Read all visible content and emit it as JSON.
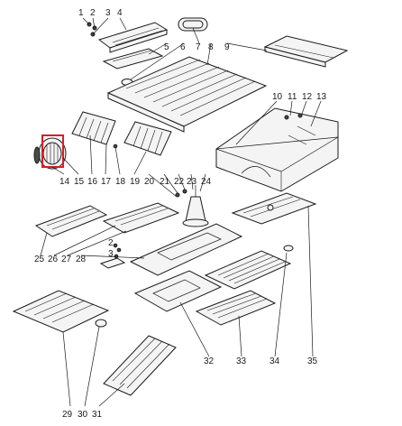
{
  "callouts": {
    "n1": "1",
    "n2": "2",
    "n3": "3",
    "n4": "4",
    "n5": "5",
    "n6": "6",
    "n7": "7",
    "n8": "8",
    "n9": "9",
    "n10": "10",
    "n11": "11",
    "n12": "12",
    "n13": "13",
    "n14": "14",
    "n15": "15",
    "n16": "16",
    "n17": "17",
    "n18": "18",
    "n19": "19",
    "n20": "20",
    "n21": "21",
    "n22": "22",
    "n23": "23",
    "n24": "24",
    "n25": "25",
    "n26": "26",
    "n27": "27",
    "n28": "28",
    "n2b": "2",
    "n3b": "3",
    "n29": "29",
    "n30": "30",
    "n31": "31",
    "n32": "32",
    "n33": "33",
    "n34": "34",
    "n35": "35"
  },
  "highlight": {
    "color": "#d61f26",
    "target": "14"
  },
  "colors": {
    "ink": "#1a1a1a",
    "part_fill": "#f4f4f4",
    "dark_fill": "#4a4a4a"
  }
}
